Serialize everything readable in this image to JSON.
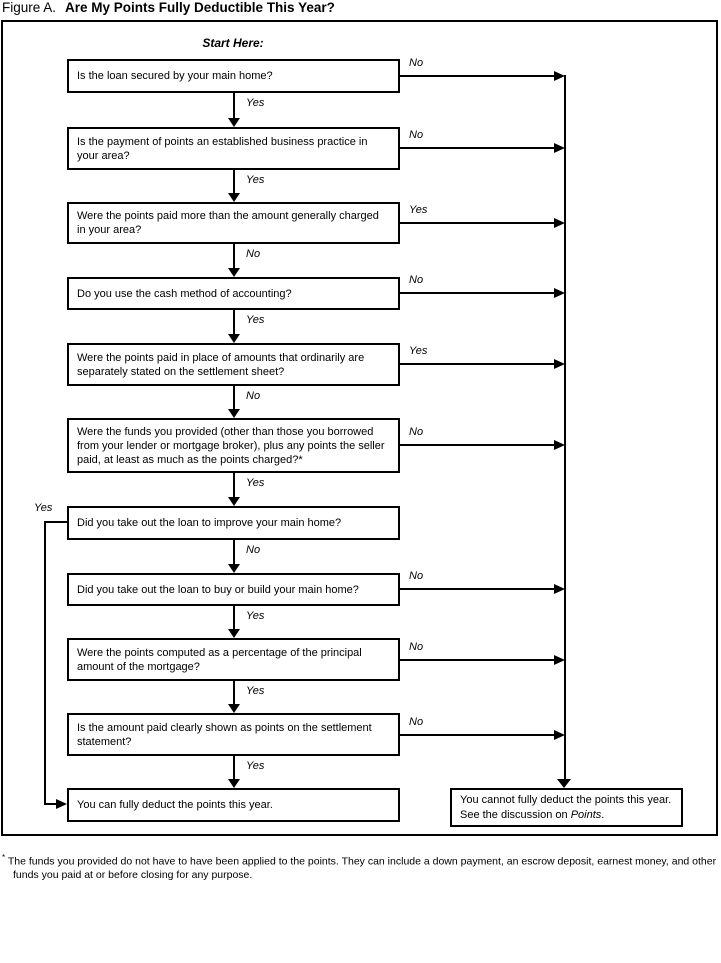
{
  "title": {
    "prefix": "Figure A.",
    "text": "Are My Points Fully Deductible This Year?"
  },
  "start_label": "Start Here:",
  "steps": [
    {
      "text": "Is the loan secured by your main home?",
      "down_label": "Yes",
      "side_label": "No"
    },
    {
      "text": "Is the payment of points an established business practice in your area?",
      "down_label": "Yes",
      "side_label": "No"
    },
    {
      "text": "Were the points paid more than the amount generally charged in your area?",
      "down_label": "No",
      "side_label": "Yes"
    },
    {
      "text": "Do you use the cash method of accounting?",
      "down_label": "Yes",
      "side_label": "No"
    },
    {
      "text": "Were the points paid in place of amounts that ordinarily are separately stated on the settlement sheet?",
      "down_label": "No",
      "side_label": "Yes"
    },
    {
      "text": "Were the funds you provided (other than those you borrowed from your lender or mortgage broker), plus any points the seller paid, at least as much as the points charged?*",
      "down_label": "Yes",
      "side_label": "No"
    },
    {
      "text": "Did you take out the loan to improve your main home?",
      "down_label": "No",
      "side_label": "Yes"
    },
    {
      "text": "Did you take out the loan to buy or build your main home?",
      "down_label": "Yes",
      "side_label": "No"
    },
    {
      "text": "Were the points computed as a percentage of the principal amount of the mortgage?",
      "down_label": "Yes",
      "side_label": "No"
    },
    {
      "text": "Is the amount paid clearly shown as points on the settlement statement?",
      "down_label": "Yes",
      "side_label": "No"
    }
  ],
  "results": {
    "yes": {
      "text": "You can fully deduct the points this year."
    },
    "no": {
      "text_before": "You cannot fully deduct the points this year. See the discussion on ",
      "italic": "Points",
      "text_after": "."
    }
  },
  "footnote": {
    "marker": "*",
    "text": "The funds you provided do not have to have been applied to the points. They can include a down payment, an escrow deposit, earnest money, and other funds you paid at or before closing for any purpose."
  },
  "colors": {
    "line": "#000000",
    "background": "#ffffff"
  }
}
